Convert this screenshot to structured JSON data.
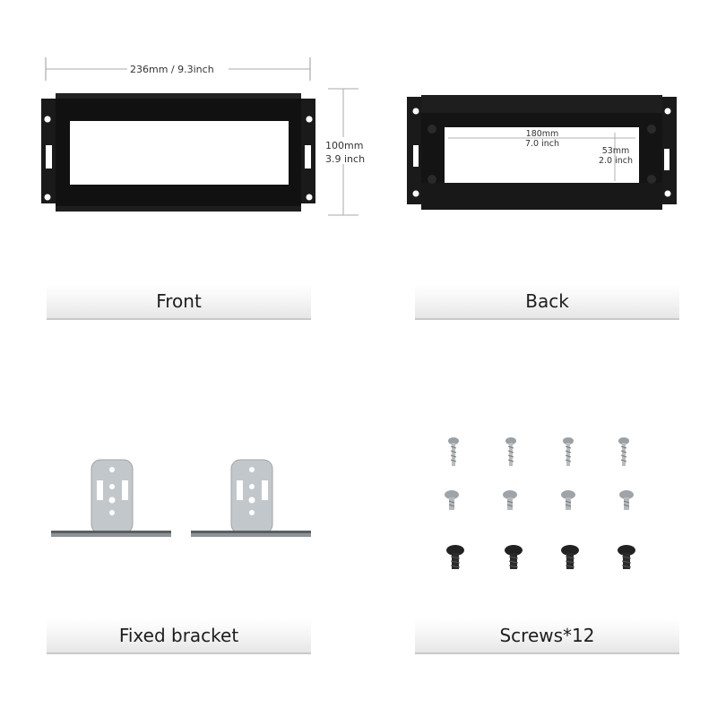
{
  "front": {
    "label": "Front",
    "width_text": "236mm / 9.3inch",
    "height_mm": "100mm",
    "height_in": "3.9 inch"
  },
  "back": {
    "label": "Back",
    "opening_width_mm": "180mm",
    "opening_width_in": "7.0 inch",
    "opening_height_mm": "53mm",
    "opening_height_in": "2.0 inch"
  },
  "bracket": {
    "label": "Fixed bracket"
  },
  "screws": {
    "label": "Screws*12"
  },
  "colors": {
    "panel": "#111111",
    "bracket_metal": "#bfc4c8",
    "label_border": "#c9c9c9"
  }
}
